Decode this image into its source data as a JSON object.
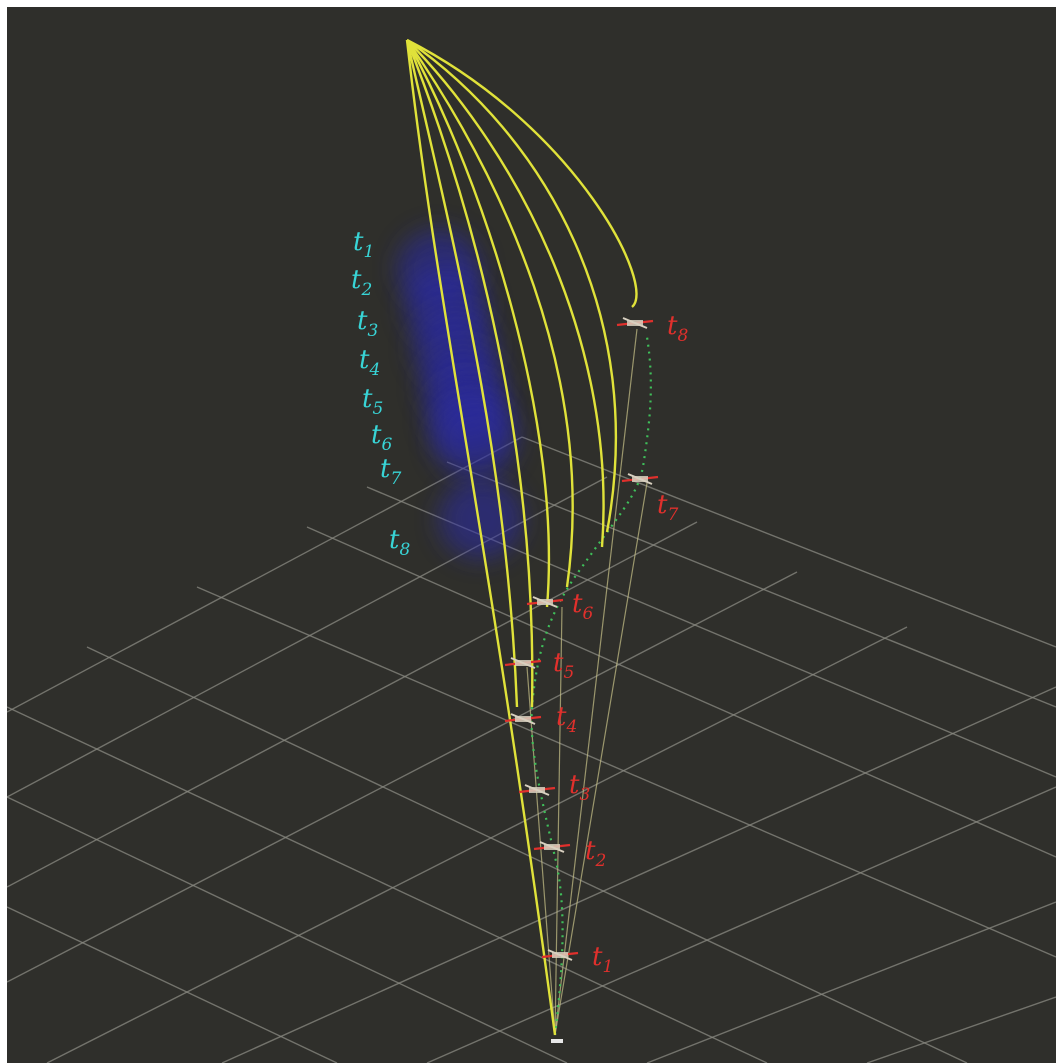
{
  "scene": {
    "colors": {
      "background": "#2f2f2b",
      "grid": "#8a8a82",
      "planned_trajectory": "#e0e23a",
      "executed_path": "#3fbf5a",
      "goal_ray": "#c9c38a",
      "obstacle": "#2a2aa8",
      "obstacle_label": "#38d4d6",
      "robot_label": "#e0302c",
      "robot_body": "#d8d0c0",
      "robot_arm": "#e0302c"
    },
    "obstacle_labels": [
      {
        "base": "t",
        "sub": "1"
      },
      {
        "base": "t",
        "sub": "2"
      },
      {
        "base": "t",
        "sub": "3"
      },
      {
        "base": "t",
        "sub": "4"
      },
      {
        "base": "t",
        "sub": "5"
      },
      {
        "base": "t",
        "sub": "6"
      },
      {
        "base": "t",
        "sub": "7"
      },
      {
        "base": "t",
        "sub": "8"
      }
    ],
    "robot_labels": [
      {
        "base": "t",
        "sub": "1"
      },
      {
        "base": "t",
        "sub": "2"
      },
      {
        "base": "t",
        "sub": "3"
      },
      {
        "base": "t",
        "sub": "4"
      },
      {
        "base": "t",
        "sub": "5"
      },
      {
        "base": "t",
        "sub": "6"
      },
      {
        "base": "t",
        "sub": "7"
      },
      {
        "base": "t",
        "sub": "8"
      }
    ]
  }
}
